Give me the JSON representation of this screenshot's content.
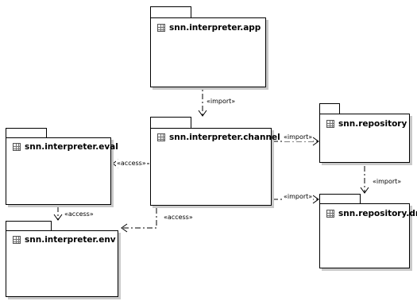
{
  "diagram": {
    "packages": [
      {
        "id": "app",
        "name": "snn.interpreter.app"
      },
      {
        "id": "channel",
        "name": "snn.interpreter.channel"
      },
      {
        "id": "eval",
        "name": "snn.interpreter.eval"
      },
      {
        "id": "env",
        "name": "snn.interpreter.env"
      },
      {
        "id": "repository",
        "name": "snn.repository"
      },
      {
        "id": "dns",
        "name": "snn.repository.dns"
      }
    ],
    "dependencies": [
      {
        "from": "app",
        "to": "channel",
        "label": "«import»"
      },
      {
        "from": "channel",
        "to": "repository",
        "label": "«import»"
      },
      {
        "from": "channel",
        "to": "dns",
        "label": "«import»"
      },
      {
        "from": "repository",
        "to": "dns",
        "label": "«import»"
      },
      {
        "from": "channel",
        "to": "eval",
        "label": "«access»"
      },
      {
        "from": "eval",
        "to": "env",
        "label": "«access»"
      },
      {
        "from": "channel",
        "to": "env",
        "label": "«access»"
      }
    ]
  }
}
